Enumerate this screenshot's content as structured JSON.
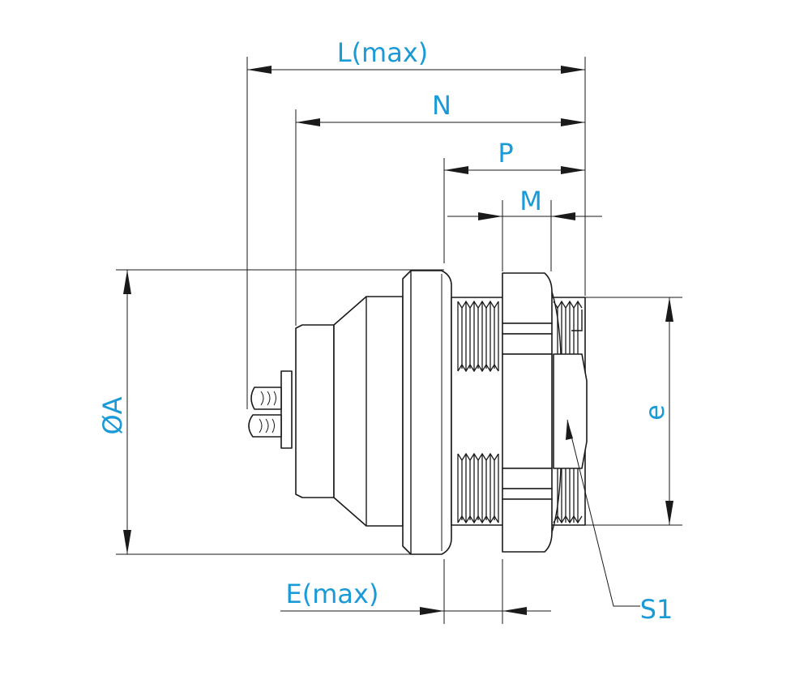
{
  "labels": {
    "L": "L(max)",
    "N": "N",
    "P": "P",
    "M": "M",
    "A": "ØA",
    "E": "E(max)",
    "e": "e",
    "S1": "S1"
  },
  "colors": {
    "label": "#1a9ad6",
    "line": "#1a1a1a"
  }
}
